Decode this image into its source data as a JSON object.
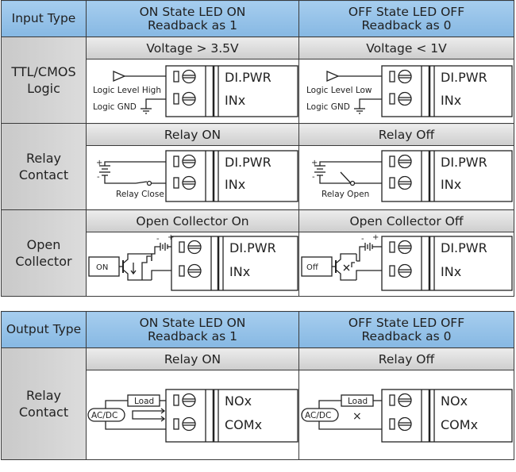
{
  "input_table": {
    "header": {
      "type_label": "Input Type",
      "on_line1": "ON State LED ON",
      "on_line2": "Readback as 1",
      "off_line1": "OFF State LED OFF",
      "off_line2": "Readback as 0"
    },
    "rows": [
      {
        "label_line1": "TTL/CMOS",
        "label_line2": "Logic",
        "on_title": "Voltage > 3.5V",
        "off_title": "Voltage < 1V",
        "on_signal": "Logic Level High",
        "off_signal": "Logic Level Low",
        "gnd": "Logic GND",
        "term1": "DI.PWR",
        "term2": "INx"
      },
      {
        "label_line1": "Relay",
        "label_line2": "Contact",
        "on_title": "Relay ON",
        "off_title": "Relay Off",
        "on_caption": "Relay Close",
        "off_caption": "Relay Open",
        "plus": "+",
        "minus": "-",
        "term1": "DI.PWR",
        "term2": "INx"
      },
      {
        "label_line1": "Open",
        "label_line2": "Collector",
        "on_title": "Open Collector On",
        "off_title": "Open Collector Off",
        "on_box": "ON",
        "off_box": "Off",
        "plus": "+",
        "minus": "-",
        "term1": "DI.PWR",
        "term2": "INx"
      }
    ]
  },
  "output_table": {
    "header": {
      "type_label": "Output Type",
      "on_line1": "ON State LED ON",
      "on_line2": "Readback as 1",
      "off_line1": "OFF State LED OFF",
      "off_line2": "Readback as 0"
    },
    "rows": [
      {
        "label_line1": "Relay",
        "label_line2": "Contact",
        "on_title": "Relay ON",
        "off_title": "Relay Off",
        "source": "AC/DC",
        "load": "Load",
        "off_mark": "×",
        "term1": "NOx",
        "term2": "COMx"
      }
    ]
  },
  "colors": {
    "header_blue": "#97c3ea",
    "subheader_gray": "#dcdcdc",
    "label_gray": "#d2d2d2",
    "border": "#3a3a3a"
  }
}
